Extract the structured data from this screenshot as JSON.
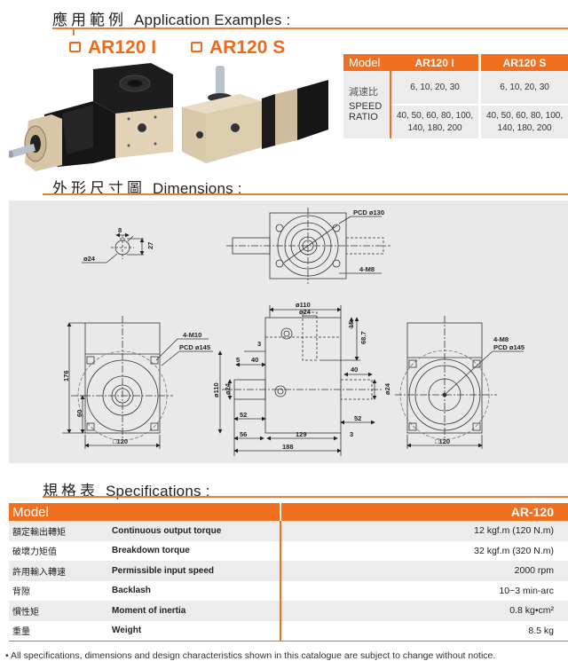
{
  "application": {
    "title_zh": "應用範例",
    "title_en": "Application Examples :",
    "models": [
      {
        "label": "AR120 I",
        "checkbox_icon": "square-bullet"
      },
      {
        "label": "AR120 S",
        "checkbox_icon": "square-bullet"
      }
    ],
    "images": [
      {
        "name": "AR120 I gearbox photo"
      },
      {
        "name": "AR120 S gearbox photo"
      }
    ]
  },
  "ratio_table": {
    "header": {
      "model": "Model",
      "col1": "AR120 I",
      "col2": "AR120 S"
    },
    "row_label_zh": "減速比",
    "row_label_en1": "SPEED",
    "row_label_en2": "RATIO",
    "rows": [
      {
        "col1": "6, 10, 20, 30",
        "col2": "6, 10, 20, 30"
      },
      {
        "col1_line1": "40, 50, 60, 80, 100,",
        "col1_line2": "140, 180, 200",
        "col2_line1": "40, 50, 60, 80, 100,",
        "col2_line2": "140, 180, 200"
      }
    ]
  },
  "dimensions": {
    "title_zh": "外形尺寸圖",
    "title_en": "Dimensions :",
    "labels": {
      "key_width": "8",
      "key_height": "27",
      "shaft_dia": "ø24",
      "pcd130": "PCD ø130",
      "m8_top": "4-M8",
      "m10": "4-M10",
      "pcd145_left": "PCD ø145",
      "h176": "176",
      "h60": "60",
      "sq120_left": "□120",
      "d110_top": "ø110",
      "d24_top": "ø24",
      "d15": "15",
      "d68_7": "68.7",
      "d3_top": "3",
      "d5": "5",
      "d40_left": "40",
      "d110_side": "ø110",
      "d24_left": "ø24",
      "d52_left": "52",
      "d56": "56",
      "d129": "129",
      "d3_bot": "3",
      "d188": "188",
      "d40_right": "40",
      "d24_right": "ø24",
      "d52_right": "52",
      "m8_right": "4-M8",
      "pcd145_right": "PCD ø145",
      "sq120_right": "□120"
    }
  },
  "specifications": {
    "title_zh": "規格表",
    "title_en": "Specifications :",
    "header": {
      "model": "Model",
      "value": "AR-120"
    },
    "rows": [
      {
        "zh": "額定輸出轉矩",
        "en": "Continuous output torque",
        "value": "12 kgf.m (120 N.m)"
      },
      {
        "zh": "破壞力矩值",
        "en": "Breakdown torque",
        "value": "32 kgf.m (320 N.m)"
      },
      {
        "zh": "許用輸入轉速",
        "en": "Permissible input speed",
        "value": "2000 rpm"
      },
      {
        "zh": "背隙",
        "en": "Backlash",
        "value": "10~3 min-arc"
      },
      {
        "zh": "慣性矩",
        "en": "Moment of inertia",
        "value": "0.8 kg•cm²"
      },
      {
        "zh": "重量",
        "en": "Weight",
        "value": "8.5 kg"
      }
    ]
  },
  "footnote": "• All specifications, dimensions and design characteristics shown in this catalogue are subject to change without notice.",
  "colors": {
    "accent": "#f07020",
    "rule": "#e8823a",
    "panel": "#e9e9e9",
    "row_alt": "#ececec"
  }
}
